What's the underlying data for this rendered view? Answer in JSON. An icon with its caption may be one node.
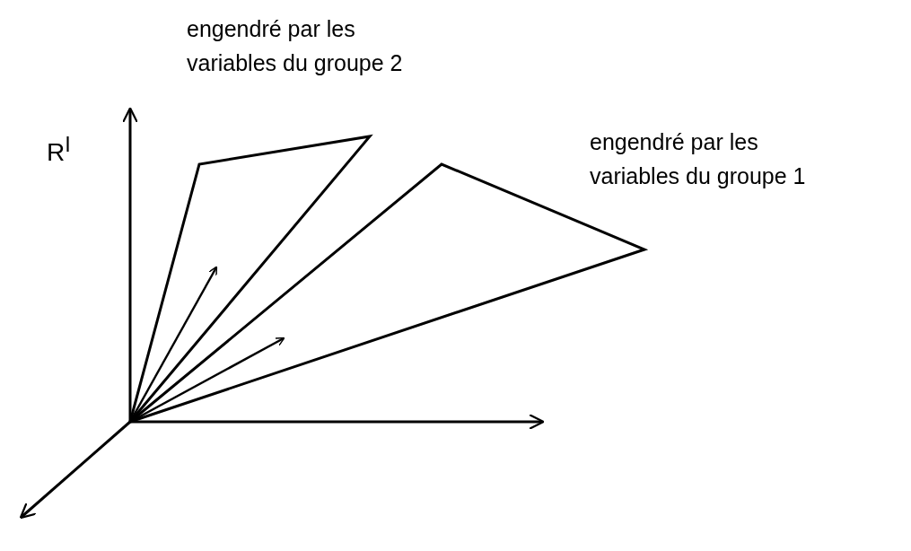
{
  "diagram": {
    "labels": [
      "engendré par les variables du groupe 2",
      "R$^{I}$",
      "engendré par les variables du groupe 1"
    ]
  }
}
